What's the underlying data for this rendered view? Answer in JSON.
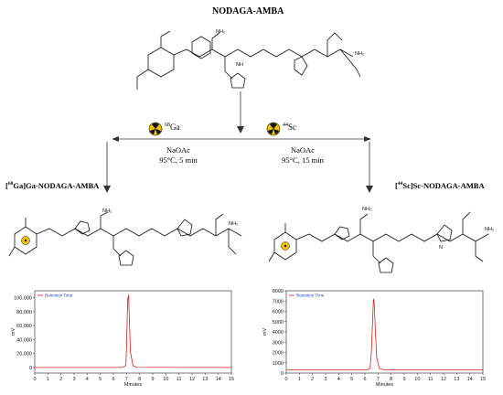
{
  "title": "NODAGA-AMBA",
  "left_branch": {
    "isotope_mass": "68",
    "isotope_symbol": "Ga",
    "buffer": "NaOAc",
    "conditions": "95°C, 5 min",
    "product_label_mass": "68",
    "product_label_rest": "Ga]Ga-NODAGA-AMBA"
  },
  "right_branch": {
    "isotope_mass": "44",
    "isotope_symbol": "Sc",
    "buffer": "NaOAc",
    "conditions": "95°C, 15 min",
    "product_label_mass": "44",
    "product_label_rest": "Sc]Sc-NODAGA-AMBA"
  },
  "structure_labels": {
    "nh2_top": "NH₂",
    "nh2_end": "NH₂",
    "nh": "NH",
    "n": "N"
  },
  "colors": {
    "trace": "#d81f1f",
    "legend": "#1a3bd6",
    "arrow": "#333333",
    "hazard_fill": "#f2c200"
  },
  "chart_data": [
    {
      "type": "line",
      "title": "",
      "legend": "Retention Time",
      "xlabel": "Minutes",
      "ylabel": "mV",
      "xlim": [
        0,
        15
      ],
      "ylim": [
        -8000,
        110000
      ],
      "xticks": [
        0,
        1,
        2,
        3,
        4,
        5,
        6,
        7,
        8,
        9,
        10,
        11,
        12,
        13,
        14,
        15
      ],
      "yticks": [
        0,
        20000,
        40000,
        60000,
        80000,
        100000
      ],
      "ytick_labels": [
        "0",
        "20,000",
        "40,000",
        "60,000",
        "80,000",
        "100,000"
      ],
      "series": [
        {
          "x": [
            0,
            6.7,
            6.95,
            7.0,
            7.05,
            7.1,
            7.15,
            7.2,
            7.3,
            7.5,
            7.8,
            15
          ],
          "y": [
            0,
            0,
            3000,
            30000,
            70000,
            98000,
            104000,
            80000,
            22000,
            2500,
            200,
            0
          ]
        }
      ]
    },
    {
      "type": "line",
      "title": "",
      "legend": "Retention Time",
      "xlabel": "Minutes",
      "ylabel": "mV",
      "xlim": [
        0,
        15
      ],
      "ylim": [
        0,
        8000
      ],
      "xticks": [
        0,
        1,
        2,
        3,
        4,
        5,
        6,
        7,
        8,
        9,
        10,
        11,
        12,
        13,
        14,
        15
      ],
      "yticks": [
        0,
        1000,
        2000,
        3000,
        4000,
        5000,
        6000,
        7000,
        8000
      ],
      "ytick_labels": [
        "0",
        "1000",
        "2000",
        "3000",
        "4000",
        "5000",
        "6000",
        "7000",
        "8000"
      ],
      "series": [
        {
          "x": [
            0,
            6.2,
            6.4,
            6.5,
            6.6,
            6.65,
            6.7,
            6.8,
            6.9,
            7.1,
            7.4,
            15
          ],
          "y": [
            320,
            320,
            500,
            2200,
            5500,
            7200,
            7000,
            4200,
            1500,
            450,
            330,
            320
          ]
        }
      ]
    }
  ]
}
